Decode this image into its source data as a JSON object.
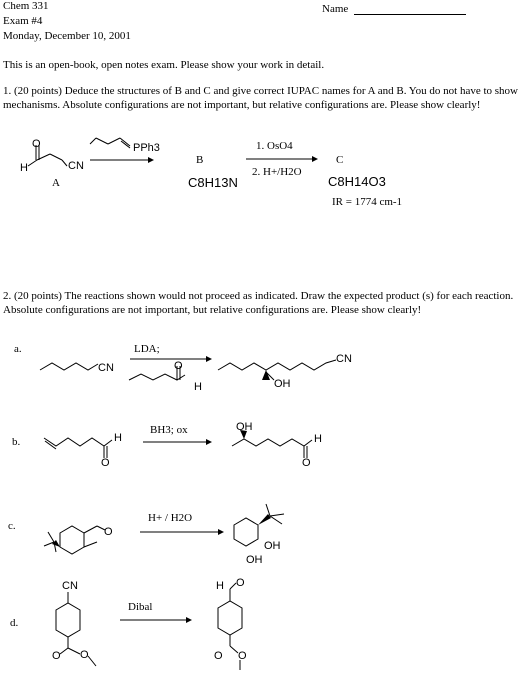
{
  "header": {
    "course": "Chem 331",
    "exam": "Exam #4",
    "date": "Monday, December 10, 2001",
    "name_label": "Name"
  },
  "intro": "This is an open-book, open notes exam.  Please show your work in detail.",
  "q1": {
    "text": "1.  (20 points) Deduce the structures of B and C and give correct IUPAC names for A and B.  You do not have to show mechanisms.  Absolute configurations are not important, but relative configurations are.  Please show clearly!",
    "reagent_ylide": "PPh3",
    "start_atoms": [
      "O",
      "H",
      "CN"
    ],
    "label_A": "A",
    "label_B": "B",
    "formula_B": "C8H13N",
    "step1": "1. OsO4",
    "step2": "2. H+/H2O",
    "label_C": "C",
    "formula_C": "C8H14O3",
    "ir": "IR = 1774 cm-1"
  },
  "q2": {
    "text": "2.  (20 points)  The reactions shown would not proceed as indicated.  Draw the expected product (s) for each reaction. Absolute configurations are not important, but relative configurations are.  Please show clearly!",
    "a": {
      "label": "a.",
      "reagent": "LDA;",
      "start": "CN",
      "aldehyde_atoms": [
        "O",
        "H"
      ],
      "product_atoms": [
        "CN",
        "OH"
      ]
    },
    "b": {
      "label": "b.",
      "start": "H",
      "start_o": "O",
      "reagent": "BH3; ox",
      "product_atoms": [
        "OH",
        "H",
        "O"
      ]
    },
    "c": {
      "label": "c.",
      "start": "O",
      "reagent": "H+ / H2O",
      "product_atoms": [
        "OH",
        "OH"
      ]
    },
    "d": {
      "label": "d.",
      "start": "CN",
      "reagent": "Dibal",
      "start_o": [
        "O",
        "O"
      ],
      "product_atoms": [
        "H",
        "O",
        "O",
        "O"
      ]
    }
  }
}
